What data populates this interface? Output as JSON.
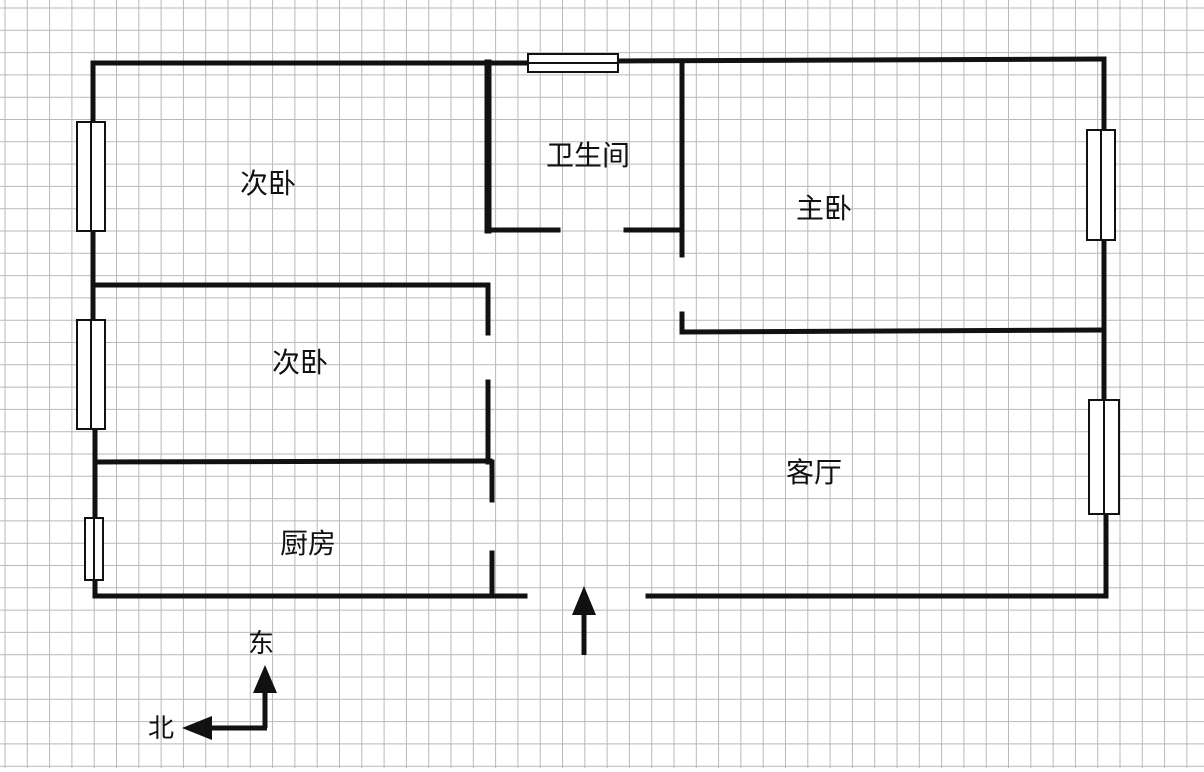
{
  "colors": {
    "grid": "#b9b9b9",
    "wall": "#111111",
    "window_fill": "#ffffff",
    "background": "#ffffff"
  },
  "rooms": {
    "bedroom_top": "次卧",
    "bathroom": "卫生间",
    "master_bedroom": "主卧",
    "bedroom_middle": "次卧",
    "living_room": "客厅",
    "kitchen": "厨房"
  },
  "compass": {
    "east": "东",
    "north": "北"
  },
  "icons": {
    "entrance": "entrance-arrow-icon",
    "compass_east": "compass-east-arrow-icon",
    "compass_north": "compass-north-arrow-icon"
  }
}
